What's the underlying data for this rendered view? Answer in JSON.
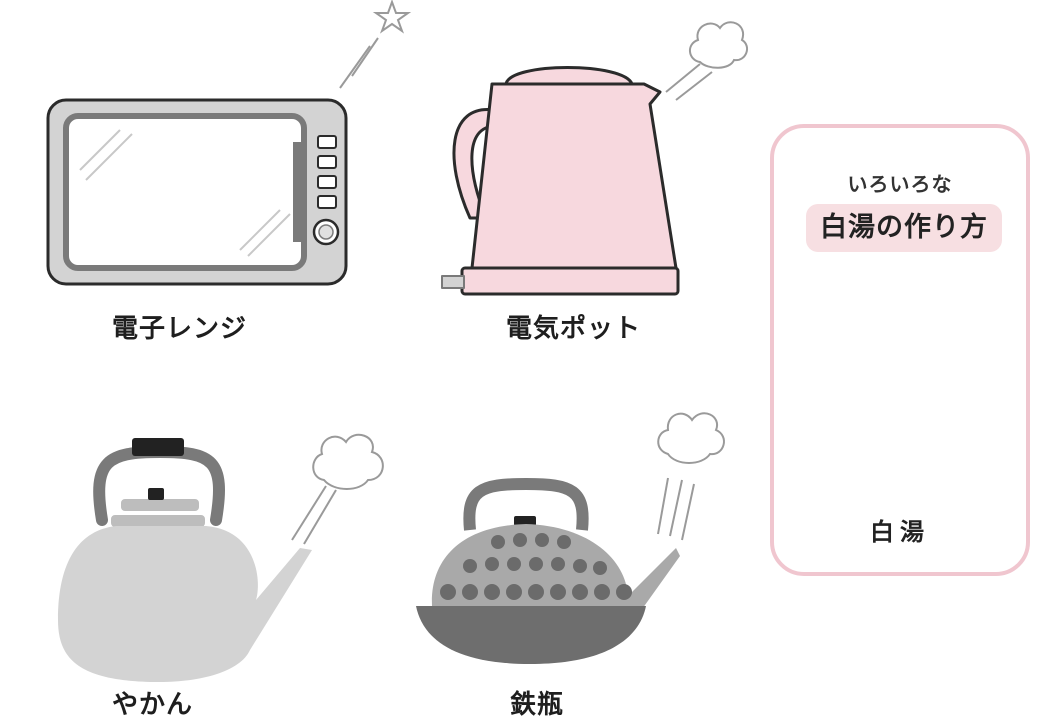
{
  "items": {
    "microwave": {
      "label": "電子レンジ"
    },
    "electric_kettle": {
      "label": "電気ポット"
    },
    "kettle": {
      "label": "やかん"
    },
    "iron_kettle": {
      "label": "鉄瓶"
    }
  },
  "card": {
    "subtitle": "いろいろな",
    "title": "白湯の作り方",
    "caption": "白湯"
  },
  "colors": {
    "pink_fill": "#f7d8de",
    "pink_border": "#f0c6cf",
    "appliance_gray": "#7a7a7a",
    "light_gray": "#d3d3d3",
    "dark_gray": "#595959",
    "outline": "#2b2b2b"
  }
}
